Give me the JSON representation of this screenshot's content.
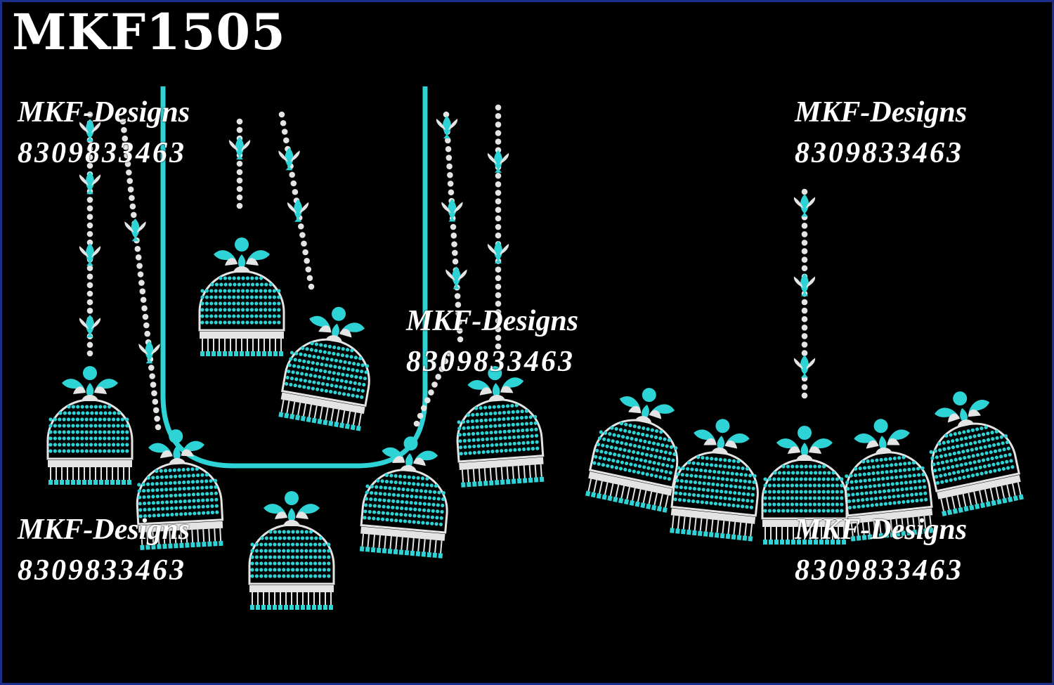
{
  "design_code": "MKF1505",
  "watermarks": [
    {
      "brand": "MKF-Designs",
      "phone": "8309833463"
    },
    {
      "brand": "MKF-Designs",
      "phone": "8309833463"
    },
    {
      "brand": "MKF-Designs",
      "phone": "8309833463"
    },
    {
      "brand": "MKF-Designs",
      "phone": "8309833463"
    },
    {
      "brand": "MKF-Designs",
      "phone": "8309833463"
    }
  ],
  "colors": {
    "background": "#000000",
    "thread_turquoise": "#2ed3d6",
    "thread_white": "#e4e4e4",
    "frame_border": "#1b2f8a"
  },
  "motif": "jhumka-earring"
}
